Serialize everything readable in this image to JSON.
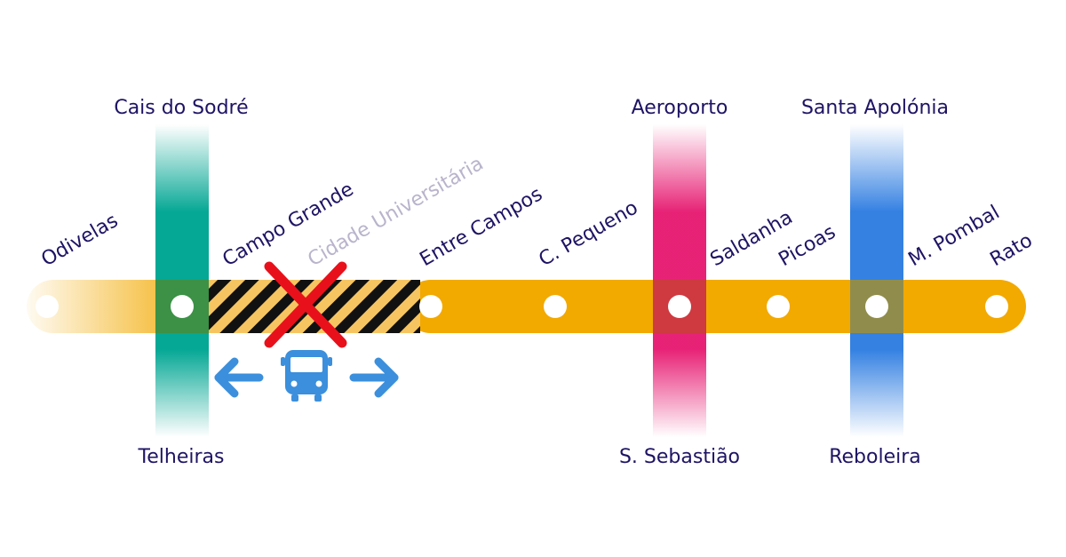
{
  "colors": {
    "yellow_line": "#f2a900",
    "green_line": "#00a693",
    "pink_line": "#e6176f",
    "blue_line": "#2e7de1",
    "label": "#1e1464",
    "suspended_label": "#b9b4cc",
    "closure_mark": "#e8111b",
    "bus": "#3b8fdc",
    "station_dot": "#ffffff"
  },
  "crossing_lines": {
    "green": {
      "top": "Cais do Sodré",
      "bottom": "Telheiras"
    },
    "pink": {
      "top": "Aeroporto",
      "bottom": "S. Sebastião"
    },
    "blue": {
      "top": "Santa Apolónia",
      "bottom": "Reboleira"
    }
  },
  "stations": [
    {
      "name": "Odivelas",
      "status": "open"
    },
    {
      "name": "Campo Grande",
      "status": "open"
    },
    {
      "name": "Cidade Universitária",
      "status": "closed"
    },
    {
      "name": "Entre Campos",
      "status": "open"
    },
    {
      "name": "C. Pequeno",
      "status": "open"
    },
    {
      "name": "Saldanha",
      "status": "open"
    },
    {
      "name": "Picoas",
      "status": "open"
    },
    {
      "name": "M. Pombal",
      "status": "open"
    },
    {
      "name": "Rato",
      "status": "open"
    }
  ],
  "icons": {
    "closure": "cross-mark-icon",
    "bus": "bus-icon",
    "arrow_left": "arrow-left-icon",
    "arrow_right": "arrow-right-icon"
  }
}
